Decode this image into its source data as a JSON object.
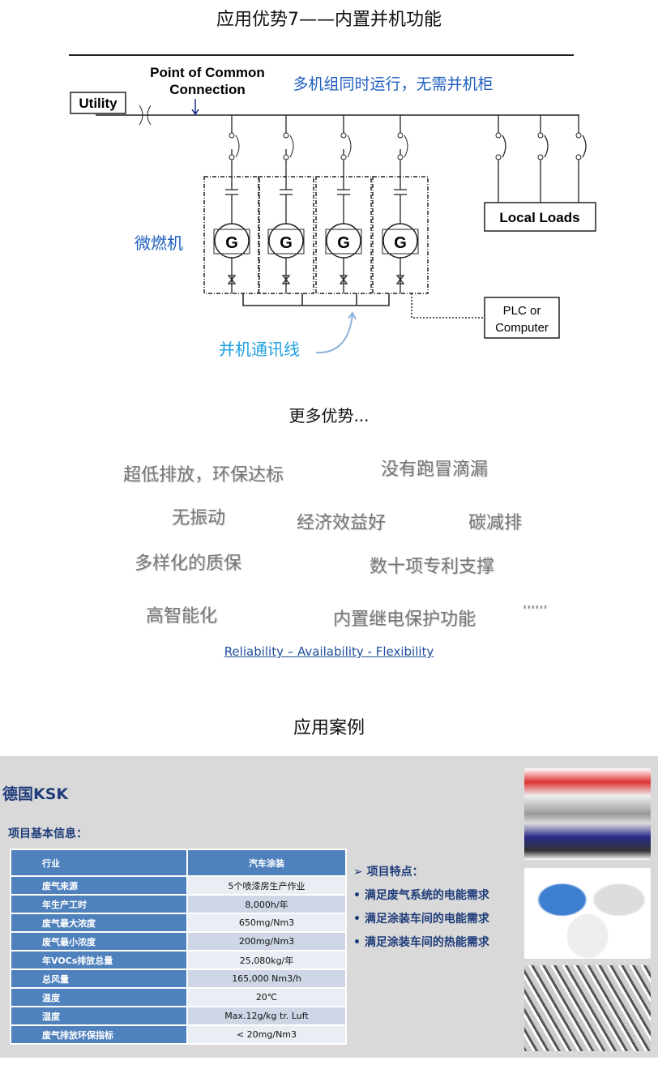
{
  "section1": {
    "title": "应用优势7——内置并机功能"
  },
  "diagram": {
    "pcc_line1": "Point of Common",
    "pcc_line2": "Connection",
    "caption": "多机组同时运行，无需并机柜",
    "utility": "Utility",
    "generator_label": "G",
    "mt_label": "微燃机",
    "local_loads": "Local Loads",
    "plc_line1": "PLC or",
    "plc_line2": "Computer",
    "comm_label": "并机通讯线"
  },
  "section2": {
    "title": "更多优势...",
    "words": [
      "超低排放，环保达标",
      "没有跑冒滴漏",
      "无振动",
      "经济效益好",
      "碳减排",
      "多样化的质保",
      "数十项专利支撑",
      "高智能化",
      "内置继电保护功能",
      ",,,,,,"
    ],
    "link": "Reliability – Availability - Flexibility"
  },
  "section3": {
    "title": "应用案例",
    "company": "德国KSK",
    "info_title": "项目基本信息：",
    "table": {
      "header": [
        "行业",
        "汽车涂装"
      ],
      "rows": [
        [
          "废气来源",
          "5个喷漆房生产作业"
        ],
        [
          "年生产工时",
          "8,000h/年"
        ],
        [
          "废气最大浓度",
          "650mg/Nm3"
        ],
        [
          "废气最小浓度",
          "200mg/Nm3"
        ],
        [
          "年VOCs排放总量",
          "25,080kg/年"
        ],
        [
          "总风量",
          "165,000 Nm3/h"
        ],
        [
          "温度",
          "20℃"
        ],
        [
          "湿度",
          "Max.12g/kg tr. Luft"
        ],
        [
          "废气排放环保指标",
          "< 20mg/Nm3"
        ]
      ]
    },
    "features_title": "➢ 项目特点：",
    "features": [
      "满足废气系统的电能需求",
      "满足涂装车间的电能需求",
      "满足涂装车间的热能需求"
    ]
  },
  "colors": {
    "blue_text": "#1f5fbf",
    "cyan_text": "#1ea0e0",
    "table_header": "#4f81bd",
    "panel": "#d9d9d9"
  }
}
